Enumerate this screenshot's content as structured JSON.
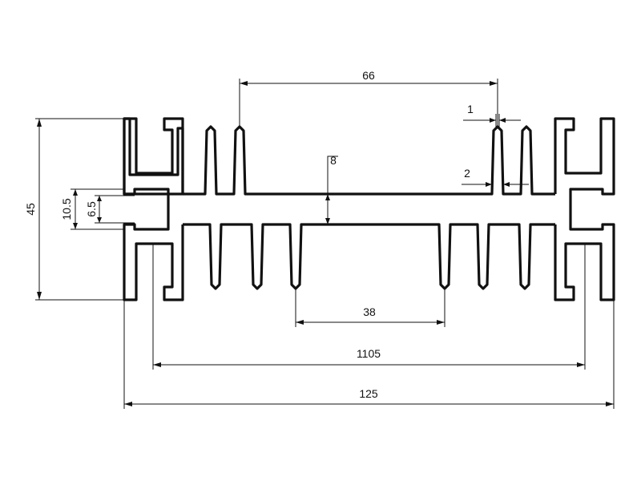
{
  "drawing": {
    "dimensions": {
      "width_overall": "125",
      "width_inner": "1105",
      "height_overall": "45",
      "gap_outer": "10.5",
      "gap_inner": "6.5",
      "base_thickness": "8",
      "top_fin_span": "66",
      "bottom_fin_span": "38",
      "fin_tip": "1",
      "fin_root": "2"
    }
  }
}
